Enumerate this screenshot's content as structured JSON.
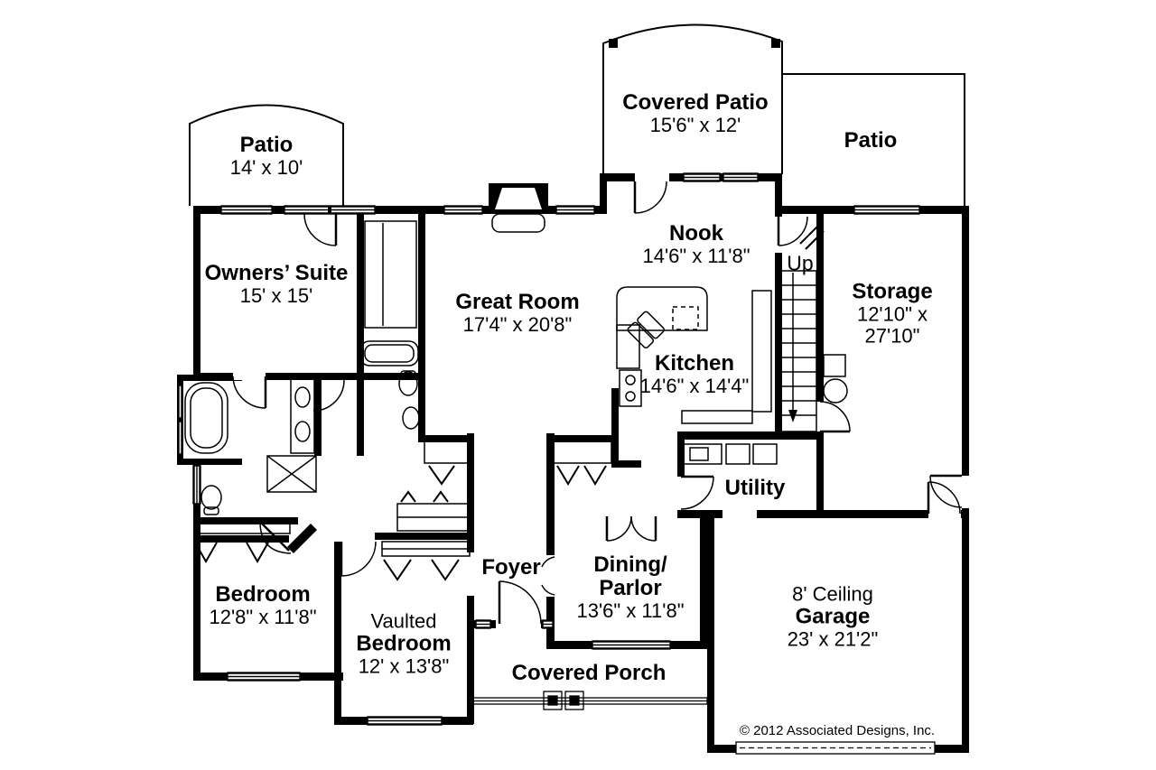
{
  "rooms": {
    "patio_left": {
      "name": "Patio",
      "dims": "14' x 10'"
    },
    "covered_patio": {
      "name": "Covered Patio",
      "dims": "15'6\" x 12'"
    },
    "patio_right": {
      "name": "Patio"
    },
    "owners_suite": {
      "name": "Owners’ Suite",
      "dims": "15' x 15'"
    },
    "great_room": {
      "name": "Great Room",
      "dims": "17'4\" x 20'8\""
    },
    "nook": {
      "name": "Nook",
      "dims": "14'6\" x 11'8\""
    },
    "kitchen": {
      "name": "Kitchen",
      "dims": "14'6\" x 14'4\""
    },
    "stairs": {
      "label": "Up"
    },
    "storage": {
      "name": "Storage",
      "dims_line1": "12'10\" x",
      "dims_line2": "27'10\""
    },
    "utility": {
      "name": "Utility"
    },
    "bedroom": {
      "name": "Bedroom",
      "dims": "12'8\" x 11'8\""
    },
    "vaulted_bedroom": {
      "name_line1": "Vaulted",
      "name_line2": "Bedroom",
      "dims": "12' x 13'8\""
    },
    "foyer": {
      "name": "Foyer"
    },
    "dining": {
      "name_line1": "Dining/",
      "name_line2": "Parlor",
      "dims": "13'6\" x 11'8\""
    },
    "covered_porch": {
      "name": "Covered Porch"
    },
    "garage": {
      "ceiling": "8' Ceiling",
      "name": "Garage",
      "dims": "23' x 21'2\""
    }
  },
  "copyright": "© 2012 Associated Designs, Inc.",
  "colors": {
    "walls": "#000000",
    "background": "#ffffff"
  }
}
